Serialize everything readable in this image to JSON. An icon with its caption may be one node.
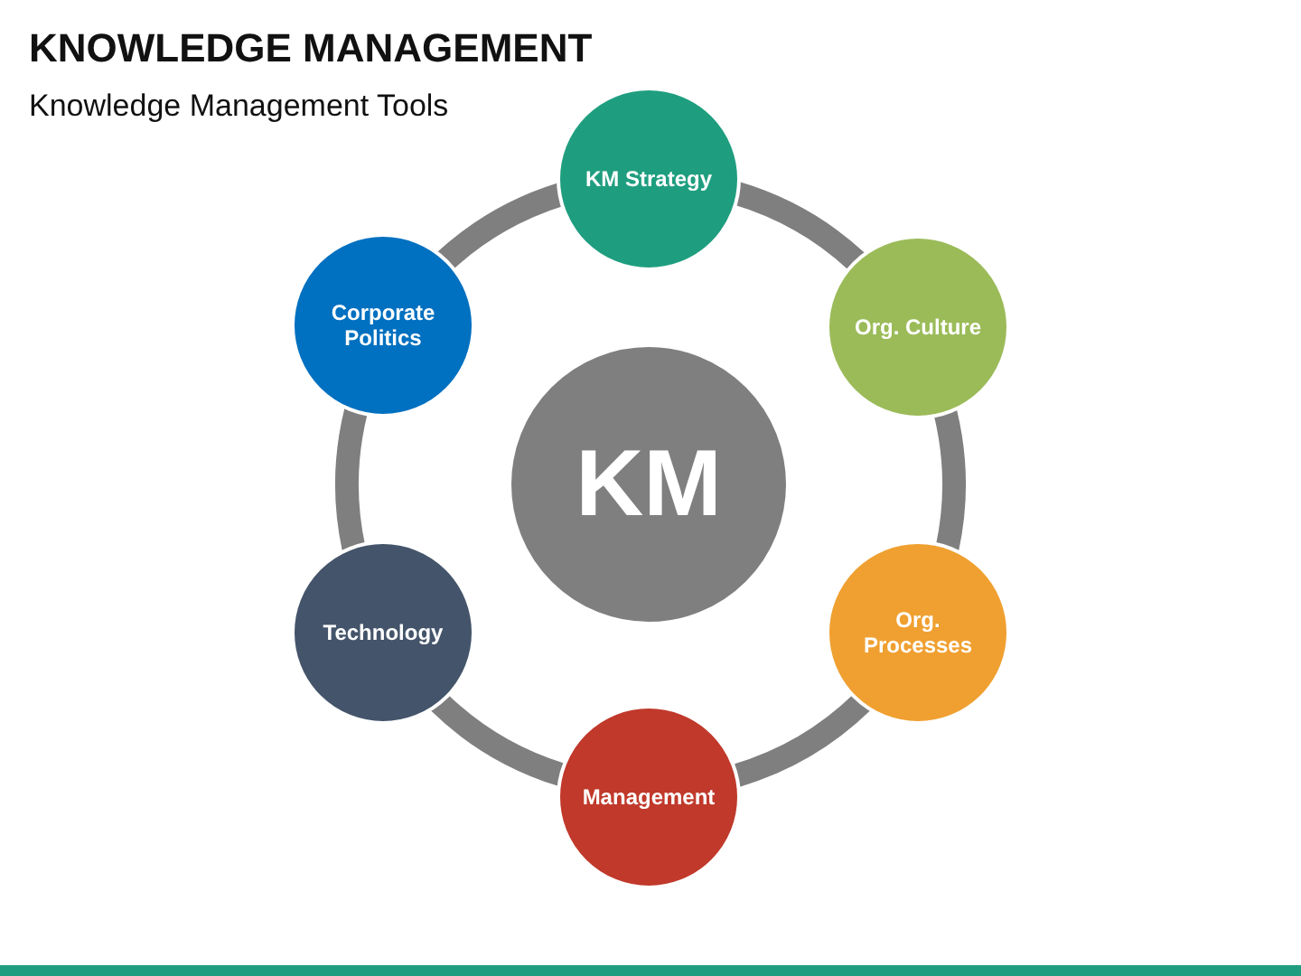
{
  "diagram": {
    "title": "KNOWLEDGE MANAGEMENT",
    "caption": "Knowledge Management Tools",
    "nodes": [
      {
        "text": [
          "KM"
        ]
      },
      {
        "text": [
          "KM Strategy"
        ]
      },
      {
        "text": [
          "Org. Culture"
        ]
      },
      {
        "text": [
          "Org. Processes"
        ]
      },
      {
        "text": [
          "Management"
        ]
      },
      {
        "text": [
          "Technology"
        ]
      },
      {
        "text": [
          "Corporate Politics"
        ]
      }
    ],
    "edges": [
      {
        "from": 1,
        "to": 2,
        "arrow": "none"
      },
      {
        "from": 2,
        "to": 3,
        "arrow": "none"
      },
      {
        "from": 3,
        "to": 4,
        "arrow": "none"
      },
      {
        "from": 4,
        "to": 5,
        "arrow": "none"
      },
      {
        "from": 5,
        "to": 6,
        "arrow": "none"
      },
      {
        "from": 6,
        "to": 1,
        "arrow": "none"
      }
    ]
  }
}
